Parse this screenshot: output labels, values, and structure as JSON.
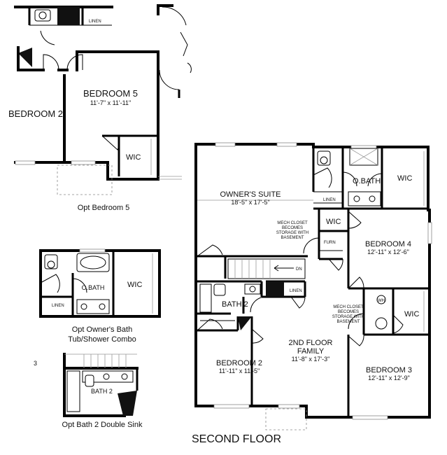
{
  "labels": {
    "linen_top": "LINEN",
    "bedroom5": "BEDROOM 5",
    "bedroom5_dim": "11'-7\" x 11'-11\"",
    "bedroom2_top": "BEDROOM 2",
    "wic_top": "WIC",
    "opt_bedroom5": "Opt Bedroom 5",
    "obath_opt": "O.BATH",
    "wic_opt": "WIC",
    "linen_opt": "LINEN",
    "opt_owners_bath_1": "Opt Owner's Bath",
    "opt_owners_bath_2": "Tub/Shower Combo",
    "bath2_opt": "BATH 2",
    "opt_bath2": "Opt Bath 2 Double Sink",
    "owners_suite": "OWNER'S SUITE",
    "owners_suite_dim": "18'-5\" x 17'-5\"",
    "obath_main": "O.BATH",
    "wic_main1": "WIC",
    "linen_main1": "LINEN",
    "wic_main2": "WIC",
    "mech_closet1_l1": "MECH CLOSET",
    "mech_closet1_l2": "BECOMES",
    "mech_closet1_l3": "STORAGE WITH",
    "mech_closet1_l4": "BASEMENT",
    "furn": "FURN",
    "bedroom4": "BEDROOM 4",
    "bedroom4_dim": "12'-11\" x 12'-6\"",
    "dn": "DN",
    "bath2_main": "BATH 2",
    "linen_main2": "LINEN",
    "mech_closet2_l1": "MECH CLOSET",
    "mech_closet2_l2": "BECOMES",
    "mech_closet2_l3": "STORAGE WITH",
    "mech_closet2_l4": "BASEMENT",
    "wh": "WH",
    "wic_main3": "WIC",
    "bedroom2_main": "BEDROOM 2",
    "bedroom2_main_dim": "11'-11\" x 11'-5\"",
    "family": "2ND FLOOR",
    "family_l2": "FAMILY",
    "family_dim": "11'-8\" x 17'-3\"",
    "bedroom3": "BEDROOM 3",
    "bedroom3_dim": "12'-11\" x 12'-9\"",
    "stray_mark": "3",
    "second_floor": "SECOND FLOOR"
  }
}
